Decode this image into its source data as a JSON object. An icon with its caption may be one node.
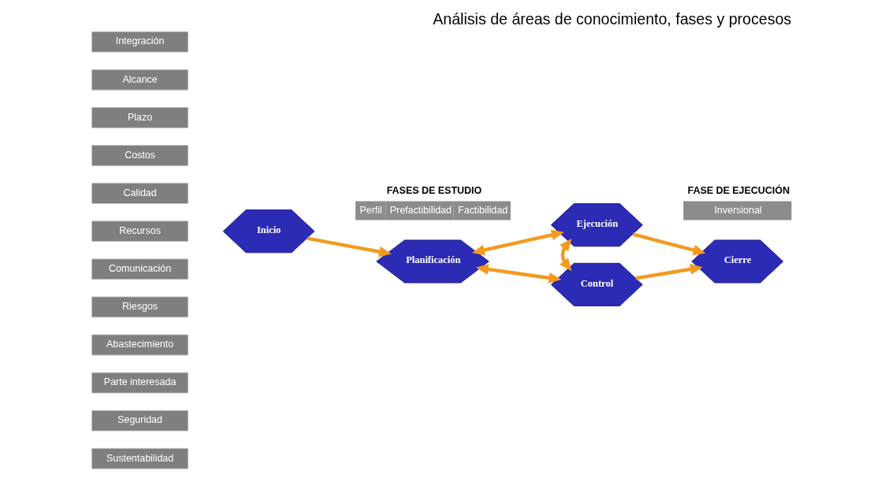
{
  "diagram": {
    "title": "Análisis de áreas de conocimiento, fases y procesos",
    "nodes": [
      {
        "text": [
          "FASES DE ESTUDIO",
          "Perfil",
          "Prefactibilidad",
          "Factibilidad"
        ]
      },
      {
        "text": [
          "FASE DE EJECUCIÓN",
          "Inversional"
        ]
      },
      {
        "text": [
          "Integración"
        ]
      },
      {
        "text": [
          "Alcance"
        ]
      },
      {
        "text": [
          "Plazo"
        ]
      },
      {
        "text": [
          "Costos"
        ]
      },
      {
        "text": [
          "Calidad"
        ]
      },
      {
        "text": [
          "Recursos"
        ]
      },
      {
        "text": [
          "Comunicación"
        ]
      },
      {
        "text": [
          "Riesgos"
        ]
      },
      {
        "text": [
          "Abastecimiento"
        ]
      },
      {
        "text": [
          "Parte interesada"
        ]
      },
      {
        "text": [
          "Seguridad"
        ]
      },
      {
        "text": [
          "Sustentabilidad"
        ]
      },
      {
        "text": [
          "Ejecución"
        ]
      },
      {
        "text": [
          "Inicio"
        ]
      },
      {
        "text": [
          "Planificación"
        ]
      },
      {
        "text": [
          "Cierre"
        ]
      },
      {
        "text": [
          "Control"
        ]
      }
    ],
    "edges": [
      {
        "from": 15,
        "to": 16,
        "arrow": "to"
      },
      {
        "from": 16,
        "to": 14,
        "arrow": "both"
      },
      {
        "from": 16,
        "to": 18,
        "arrow": "both"
      },
      {
        "from": 14,
        "to": 18,
        "arrow": "both"
      },
      {
        "from": 14,
        "to": 17,
        "arrow": "to"
      },
      {
        "from": 18,
        "to": 17,
        "arrow": "to"
      }
    ]
  }
}
